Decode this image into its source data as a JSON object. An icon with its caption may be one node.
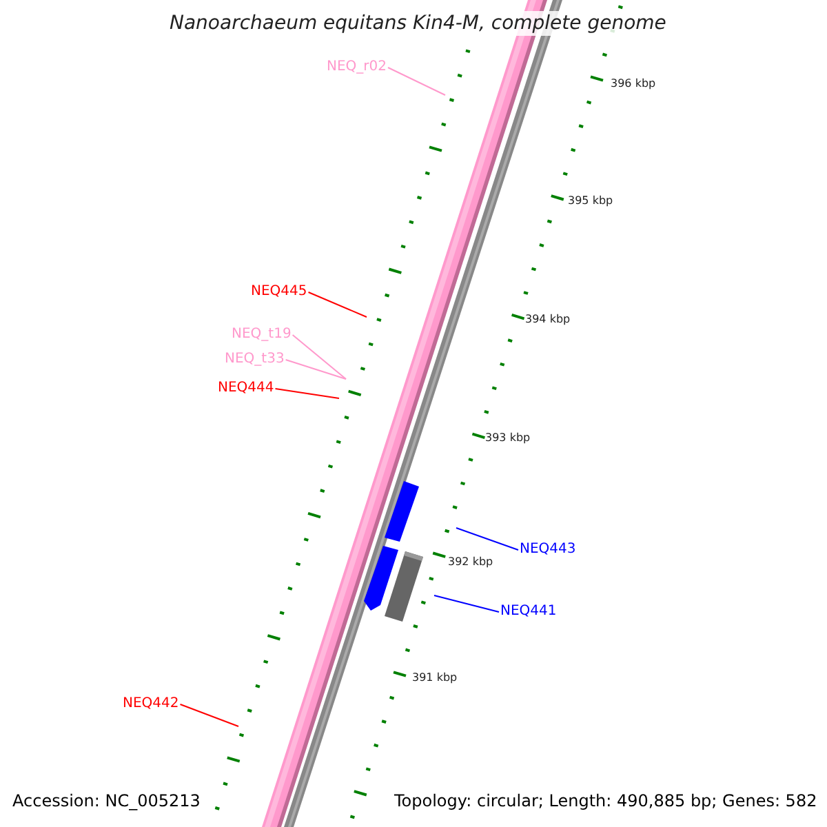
{
  "diagram": {
    "title": "Nanoarchaeum equitans Kin4-M, complete genome",
    "nodes": [
      {
        "text": [
          "NEQ_r02"
        ]
      },
      {
        "text": [
          "NEQ445"
        ]
      },
      {
        "text": [
          "NEQ_t19"
        ]
      },
      {
        "text": [
          "NEQ_t33"
        ]
      },
      {
        "text": [
          "NEQ444"
        ]
      },
      {
        "text": [
          "NEQ443"
        ]
      },
      {
        "text": [
          "NEQ441"
        ]
      },
      {
        "text": [
          "NEQ442"
        ]
      }
    ],
    "edges": [
      {
        "from": 0,
        "to": null,
        "arrow": "none",
        "color": "#ff99cc"
      },
      {
        "from": 1,
        "to": null,
        "arrow": "none",
        "color": "#ff0000"
      },
      {
        "from": 2,
        "to": null,
        "arrow": "none",
        "color": "#ff99cc"
      },
      {
        "from": 3,
        "to": null,
        "arrow": "none",
        "color": "#ff99cc"
      },
      {
        "from": 4,
        "to": null,
        "arrow": "none",
        "color": "#ff0000"
      },
      {
        "from": 5,
        "to": null,
        "arrow": "none",
        "color": "#0000ff"
      },
      {
        "from": 6,
        "to": null,
        "arrow": "none",
        "color": "#0000ff"
      },
      {
        "from": 7,
        "to": null,
        "arrow": "none",
        "color": "#ff0000"
      }
    ],
    "labels": [
      "396 kbp",
      "395 kbp",
      "394 kbp",
      "393 kbp",
      "392 kbp",
      "391 kbp",
      "Accession: NC_005213",
      "Topology: circular; Length: 490,885 bp; Genes: 582"
    ]
  }
}
